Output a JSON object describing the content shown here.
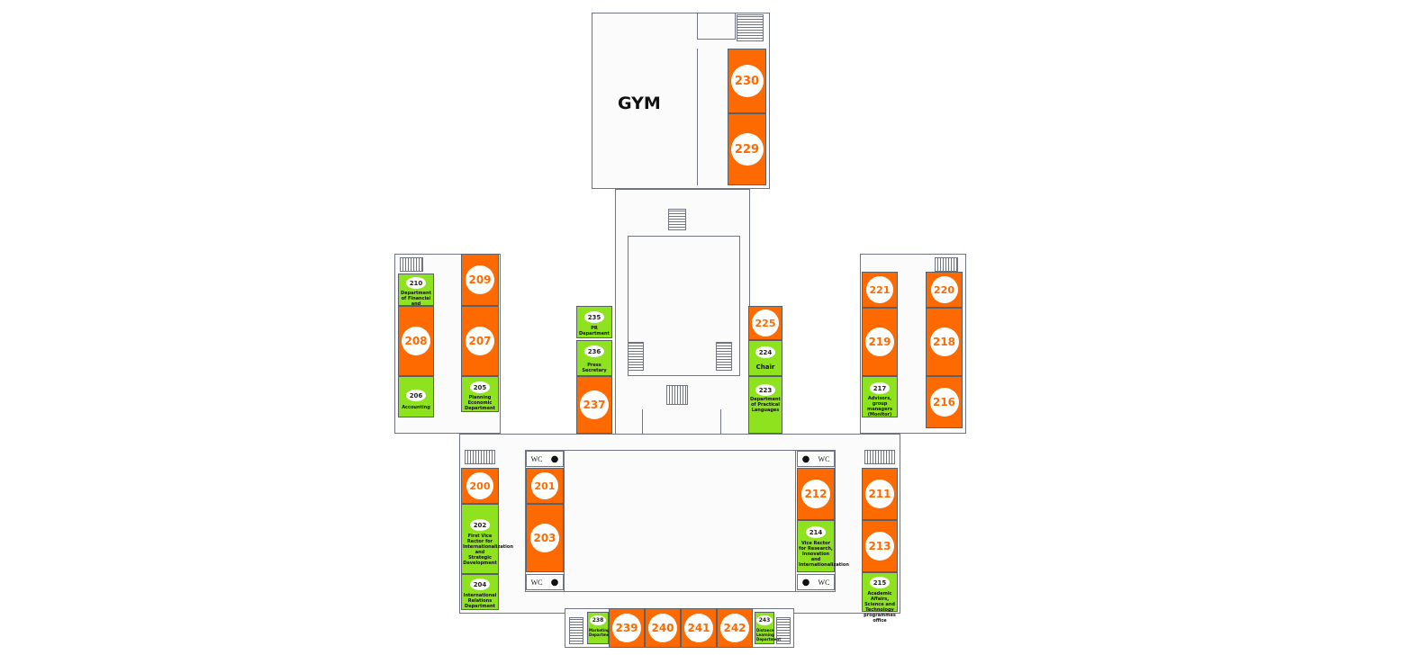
{
  "map": {
    "gym_label": "GYM",
    "wc_label": "WC",
    "colors": {
      "office": "#8ee21e",
      "classroom": "#ff6a00",
      "wall": "#6f7480"
    },
    "icons": {
      "restroom": "person-icon",
      "stairs": "stairs-icon"
    }
  },
  "rooms": {
    "r230": "230",
    "r229": "229",
    "r209": "209",
    "r208": "208",
    "r207": "207",
    "r210": "210",
    "r210_name": "Department of Financial and Economic Affairs",
    "r206a": "206",
    "r206a_name": "Accounting",
    "r205": "205",
    "r205_name": "Planning Economic Department",
    "r235": "235",
    "r235_name": "PR Department",
    "r236": "236",
    "r236_name": "Press Secretary",
    "r237": "237",
    "r225": "225",
    "r224": "224",
    "r224_name": "Chair",
    "r223": "223",
    "r223_name": "Department of Practical Languages",
    "r221": "221",
    "r220": "220",
    "r219": "219",
    "r218": "218",
    "r216": "216",
    "r217": "217",
    "r217_name": "Advisors, group managers (Monitor)",
    "r200": "200",
    "r201": "201",
    "r203": "203",
    "r202": "202",
    "r202_name": "First Vice Rector for Internationalization and Strategic Development",
    "r204": "204",
    "r204_name": "International Relations Department",
    "r212": "212",
    "r214": "214",
    "r214_name": "Vice Rector for Research, Innovation and Internationalization",
    "r211": "211",
    "r213": "213",
    "r215": "215",
    "r215_name": "Academic Affairs, Science and Technology programmes office",
    "r238": "238",
    "r238_name": "Marketing Department",
    "r239": "239",
    "r240": "240",
    "r241": "241",
    "r242": "242",
    "r243": "243",
    "r243_name": "Distance Learning Department"
  }
}
